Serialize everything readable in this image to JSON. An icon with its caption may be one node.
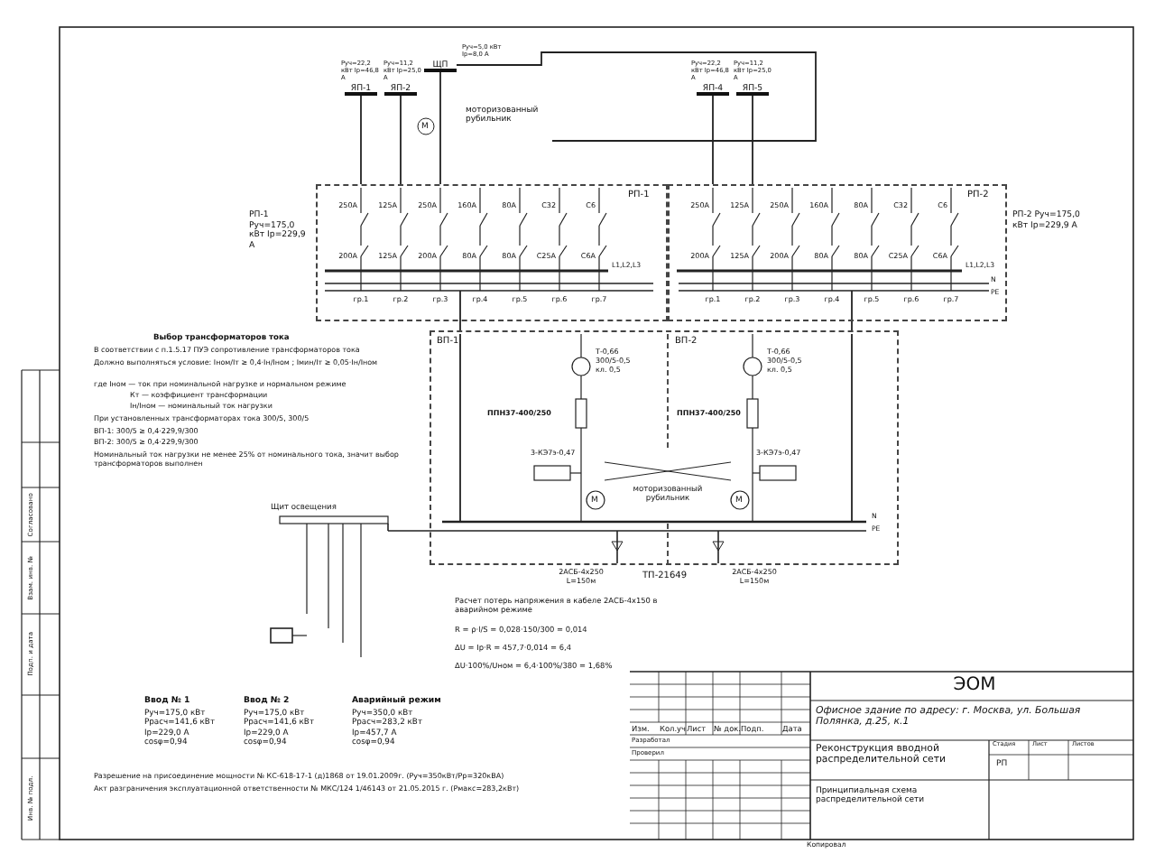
{
  "diagram": {
    "nodes": [
      {
        "text": [
          "ЯП-1"
        ],
        "beside": [
          "Руч=22,2 кВт Iр=46,8 А"
        ]
      },
      {
        "text": [
          "ЯП-2"
        ],
        "beside": [
          "Руч=11,2 кВт Iр=25,0 А"
        ]
      },
      {
        "text": [
          "ЩП"
        ],
        "beside": [
          "Руч=5,0 кВт Iр=8,0 А"
        ]
      },
      {
        "text": [
          "ЯП-4"
        ],
        "beside": [
          "Руч=22,2 кВт Iр=46,8 А"
        ]
      },
      {
        "text": [
          "ЯП-5"
        ],
        "beside": [
          "Руч=11,2 кВт Iр=25,0 А"
        ]
      },
      {
        "text": [
          "РП-1"
        ],
        "beside": [
          "РП-1 Руч=175,0 кВт Iр=229,9 А"
        ]
      },
      {
        "text": [
          "РП-2"
        ],
        "beside": [
          "РП-2 Руч=175,0 кВт Iр=229,9 А"
        ]
      },
      {
        "text": [
          "ТП-21649"
        ]
      }
    ],
    "edges": [
      {
        "from": 0,
        "to": 5,
        "arrow": "none"
      },
      {
        "from": 1,
        "to": 5,
        "arrow": "none"
      },
      {
        "from": 2,
        "to": 5,
        "arrow": "none"
      },
      {
        "from": 3,
        "to": 6,
        "arrow": "none"
      },
      {
        "from": 4,
        "to": 6,
        "arrow": "none"
      },
      {
        "from": 5,
        "to": 7,
        "arrow": "none"
      },
      {
        "from": 6,
        "to": 7,
        "arrow": "none"
      }
    ],
    "labels": [
      "моторизованный рубильник",
      "250А",
      "125А",
      "250А",
      "160А",
      "80А",
      "С32",
      "С6",
      "200А",
      "125А",
      "200А",
      "80А",
      "80А",
      "С25А",
      "С6А",
      "гр.1",
      "гр.2",
      "гр.3",
      "гр.4",
      "гр.5",
      "гр.6",
      "гр.7",
      "250А",
      "125А",
      "250А",
      "160А",
      "80А",
      "С32",
      "С6",
      "200А",
      "125А",
      "200А",
      "80А",
      "80А",
      "С25А",
      "С6А",
      "гр.1",
      "гр.2",
      "гр.3",
      "гр.4",
      "гр.5",
      "гр.6",
      "гр.7",
      "L1,L2,L3",
      "L1,L2,L3",
      "N",
      "PE",
      "Выбор трансформаторов тока",
      "В соответствии с п.1.5.17 ПУЭ сопротивление трансформаторов тока",
      "Должно выполняться условие: Iном/Iт ≥ 0,4·Iн/Iном ; Iмин/Iт ≥ 0,05·Iн/Iном",
      "где Iном — ток при номинальной нагрузке и нормальном режиме",
      "Кт — коэффициент трансформации",
      "Iн/Iном — номинальный ток нагрузки",
      "При установленных трансформаторах тока 300/5, 300/5",
      "ВП-1: 300/5 ≥ 0,4·229,9/300",
      "ВП-2: 300/5 ≥ 0,4·229,9/300",
      "Номинальный ток нагрузки не менее 25% от номинального тока, значит выбор трансформаторов выполнен",
      "Т-0,66 300/5-0,5 кл. 0,5",
      "Т-0,66 300/5-0,5 кл. 0,5",
      "ППН37-400/250",
      "ППН37-400/250",
      "3-КЭ7э-0,47",
      "3-КЭ7э-0,47",
      "моторизованный рубильник",
      "M",
      "M",
      "M",
      "N",
      "PE",
      "2АСБ-4х250 L=150м",
      "2АСБ-4х250 L=150м",
      "Щит освещения",
      "Расчет потерь напряжения в кабеле 2АСБ-4х150 в аварийном режиме",
      "R = ρ·l/S = 0,028·150/300 = 0,014",
      "ΔU = Iр·R = 457,7·0,014 = 6,4",
      "ΔU·100%/Uном = 6,4·100%/380 = 1,68%",
      "Ввод № 1",
      "Руч=175,0 кВт Ррасч=141,6 кВт Iр=229,0 А cosφ=0,94",
      "Ввод № 2",
      "Руч=175,0 кВт Ррасч=141,6 кВт Iр=229,0 А cosφ=0,94",
      "Аварийный режим",
      "Руч=350,0 кВт Ррасч=283,2 кВт Iр=457,7 А cosφ=0,94",
      "Разрешение на присоединение мощности № КС-618-17-1 (д)1868 от 19.01.2009г. (Руч=350кВт/Рр=320кВА)",
      "Акт разграничения эксплуатационной ответственности № МКС/124 1/46143 от 21.05.2015 г. (Рмакс=283,2кВт)",
      "ЭОМ",
      "Офисное здание по адресу: г. Москва, ул. Большая Полянка, д.25, к.1",
      "Изм.",
      "Кол.уч",
      "Лист",
      "№ док.",
      "Подп.",
      "Дата",
      "Разработал",
      "Проверил",
      "Реконструкция вводной распределительной сети",
      "Стадия",
      "Лист",
      "Листов",
      "РП",
      "Принципиальная схема распределительной сети",
      "Копировал",
      "Согласовано",
      "Взам. инв. №",
      "Подп. и дата",
      "Инв. № подл.",
      "ВП-1",
      "ВП-2"
    ]
  }
}
